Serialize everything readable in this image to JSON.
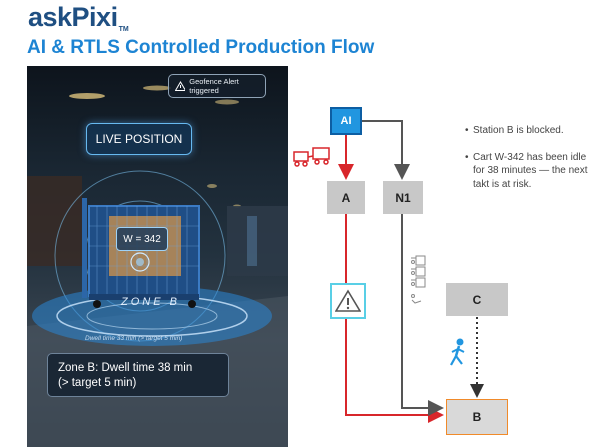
{
  "header": {
    "brand": "askPixi",
    "brand_mark": "TM",
    "title": "AI & RTLS Controlled Production Flow"
  },
  "photo": {
    "alert_icon": "warning-triangle-icon",
    "alert_text": "Geofence Alert triggered",
    "live_position_label": "LIVE POSITION",
    "cart_tag": "W = 342",
    "zone_label": "ZONE B",
    "zone_caption": "Dwell time 33 min (> target 5 min)",
    "dwell_line1": "Zone B: Dwell time 38 min",
    "dwell_line2": "(> target 5 min)"
  },
  "flow": {
    "ai_label": "AI",
    "node_a": "A",
    "node_n1": "N1",
    "node_c": "C",
    "node_b": "B",
    "colors": {
      "red_path": "#d8262b",
      "gray_path": "#555555",
      "ai_chip": "#2196e0",
      "highlight_border": "#f08a2a",
      "warning_frame": "#59cfe6"
    },
    "icons": [
      "cart-train-icon",
      "stacked-carts-icon",
      "warning-triangle-icon",
      "walking-person-icon"
    ]
  },
  "notes": [
    "Station B is blocked.",
    "Cart W-342 has been idle for 38 minutes — the next takt is at risk."
  ]
}
